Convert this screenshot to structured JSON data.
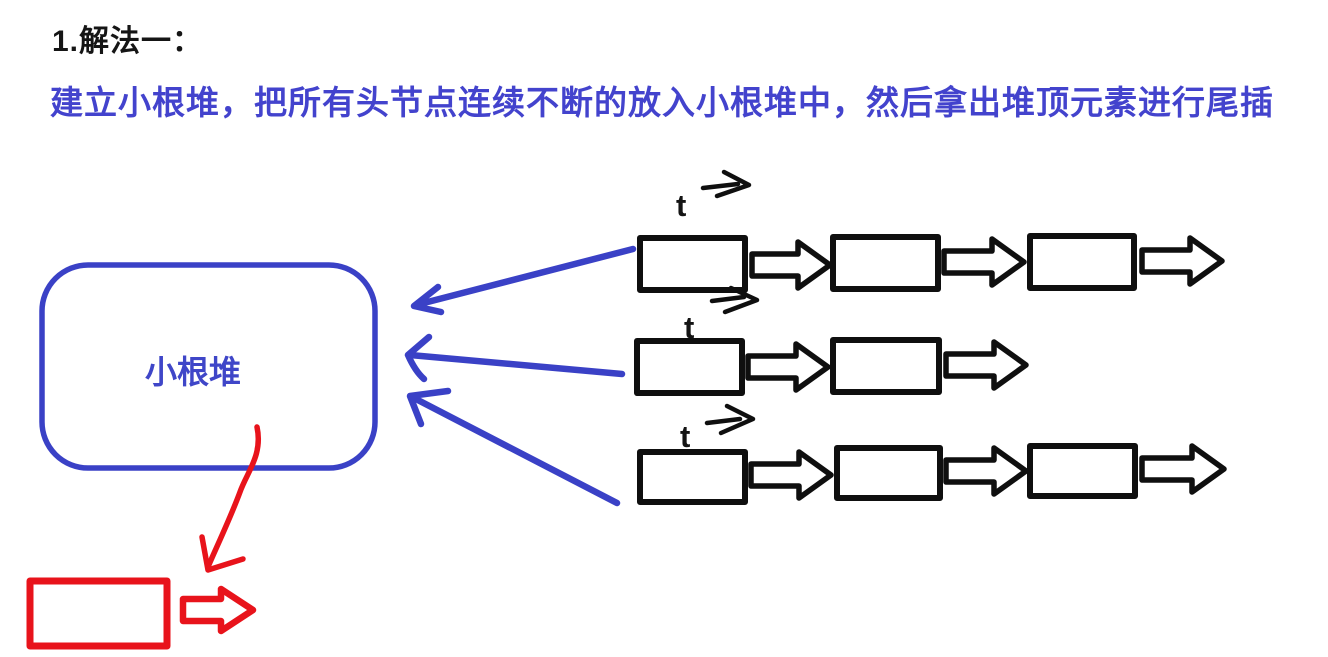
{
  "header": {
    "title": "1.解法一：",
    "description": "建立小根堆，把所有头节点连续不断的放入小根堆中，然后拿出堆顶元素进行尾插"
  },
  "diagram": {
    "heap": {
      "label": "小根堆"
    },
    "lists": [
      {
        "pointer_label": "t",
        "node_count": 3
      },
      {
        "pointer_label": "t",
        "node_count": 2
      },
      {
        "pointer_label": "t",
        "node_count": 3
      }
    ],
    "result_node": {
      "label": ""
    }
  },
  "colors": {
    "ink": "#0f0f0f",
    "blue": "#3a41c6",
    "text_blue": "#4343cd",
    "red": "#e8131b"
  }
}
